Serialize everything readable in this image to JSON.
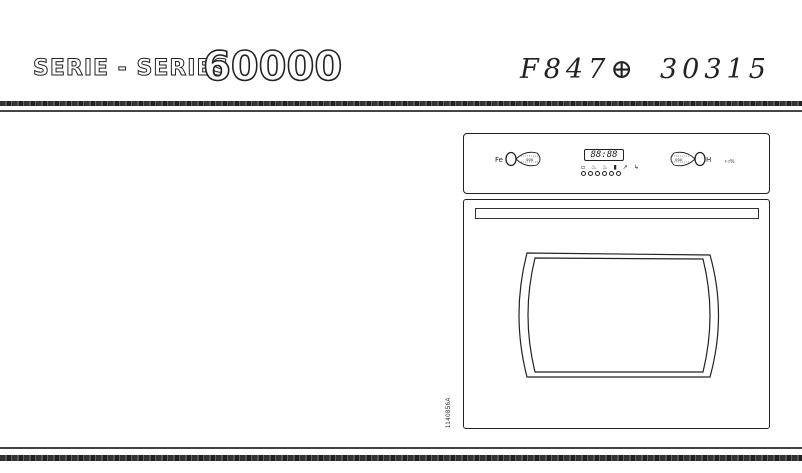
{
  "header": {
    "series_label": "SERIE - SERIES",
    "series_number": "60000",
    "handwritten_code": "F847⊕",
    "handwritten_number": "30315"
  },
  "oven": {
    "display_text": "88:88",
    "button_icons": "▫ ♨ ♨ ▮ ↗ ↳",
    "button_count": 6,
    "left_knob_icon": "temperature-knob-icon",
    "right_knob_icon": "function-knob-icon",
    "panel_mark": "r·r%",
    "figure_ref": "1140856A"
  }
}
